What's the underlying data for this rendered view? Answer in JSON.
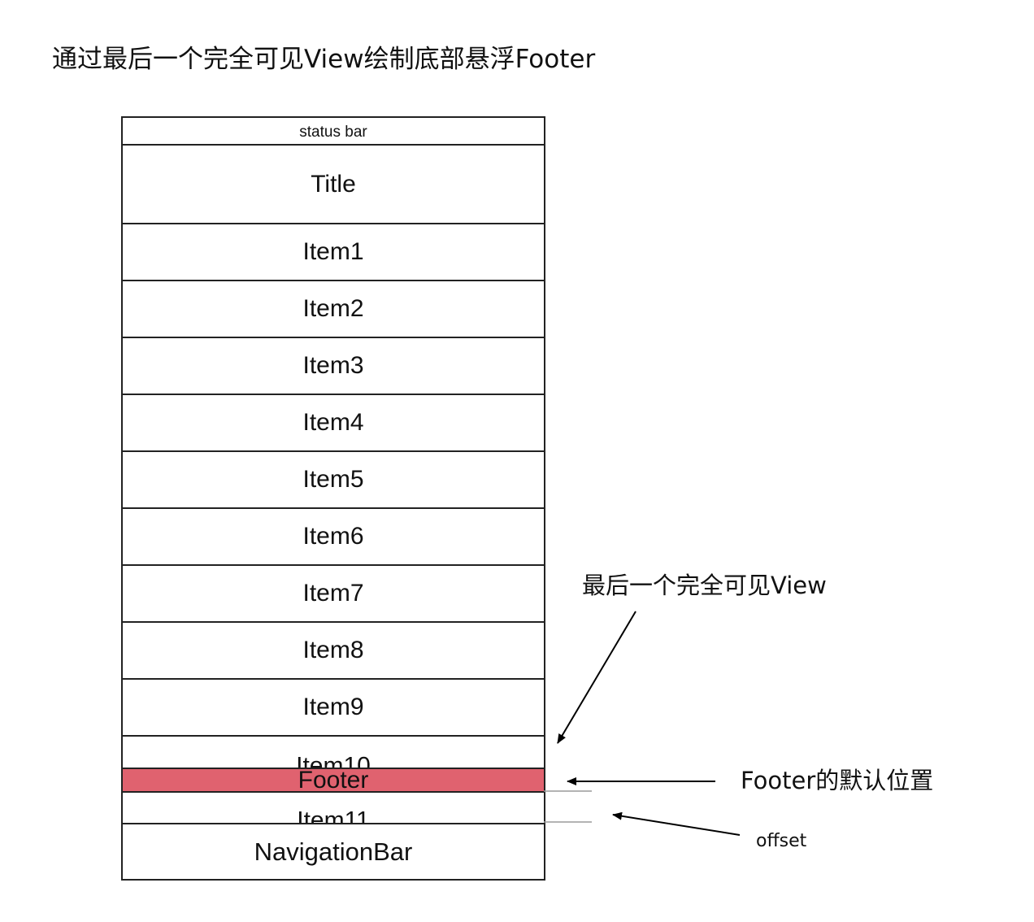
{
  "heading": "通过最后一个完全可见View绘制底部悬浮Footer",
  "screen": {
    "status_bar": "status  bar",
    "title": "Title",
    "items": [
      "Item1",
      "Item2",
      "Item3",
      "Item4",
      "Item5",
      "Item6",
      "Item7",
      "Item8",
      "Item9"
    ],
    "partial_item_top": "Item10",
    "footer": "Footer",
    "partial_item_bottom": "Item11",
    "navigation_bar": "NavigationBar"
  },
  "annotations": {
    "last_visible_view": "最后一个完全可见View",
    "footer_default_position": "Footer的默认位置",
    "offset": "offset"
  },
  "colors": {
    "footer_fill": "#e0626f",
    "outline": "#222222",
    "guide_line": "#9a9a9a"
  }
}
